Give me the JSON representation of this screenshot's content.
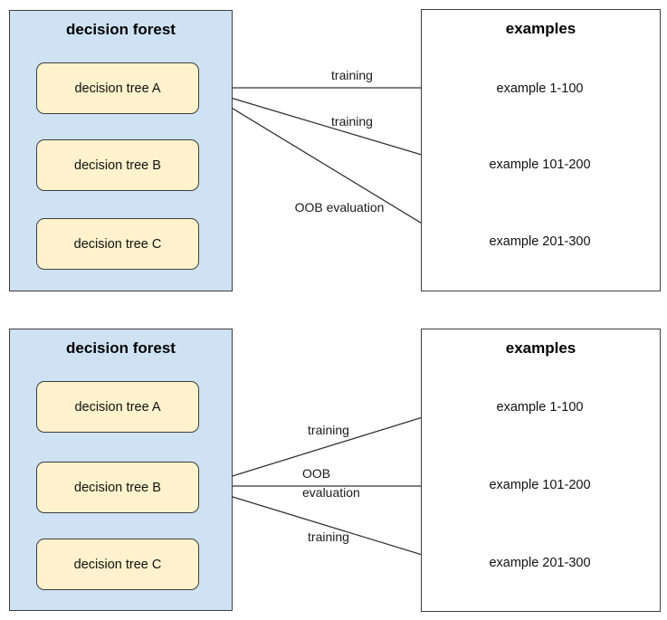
{
  "colors": {
    "forest_fill": "#cfe2f3",
    "tree_fill": "#fff2cc",
    "example_fill": "#d9ead3",
    "border": "#3d3d3d",
    "arrow": "#333333"
  },
  "diagrams": [
    {
      "forest": {
        "title": "decision forest",
        "trees": [
          "decision tree A",
          "decision tree B",
          "decision tree C"
        ]
      },
      "examples": {
        "title": "examples",
        "items": [
          "example 1-100",
          "example 101-200",
          "example 201-300"
        ]
      },
      "arrow_labels": [
        "training",
        "training",
        "OOB evaluation"
      ]
    },
    {
      "forest": {
        "title": "decision forest",
        "trees": [
          "decision tree A",
          "decision tree B",
          "decision tree C"
        ]
      },
      "examples": {
        "title": "examples",
        "items": [
          "example 1-100",
          "example 101-200",
          "example 201-300"
        ]
      },
      "arrow_labels": [
        "training",
        "OOB\nevaluation",
        "training"
      ]
    }
  ]
}
